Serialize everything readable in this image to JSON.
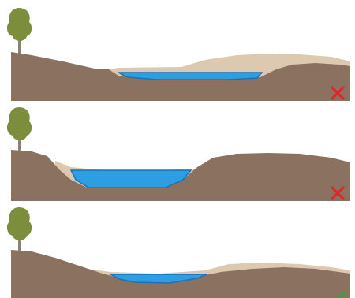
{
  "colors": {
    "ground": "#8b7160",
    "sediment": "#ddc9b0",
    "water": "#2d9ee2",
    "water_edge": "#1c72b8",
    "tree_crown": "#7c8d3c",
    "tree_trunk": "#8d8172",
    "cross_mark": "#e0262b",
    "check_mark": "#3aa23a",
    "background": "#ffffff"
  },
  "panels": [
    {
      "id": "shallow-wide-pond",
      "verdict": "incorrect",
      "verdict_icon": "cross-icon"
    },
    {
      "id": "steep-sided-pond",
      "verdict": "incorrect",
      "verdict_icon": "cross-icon"
    },
    {
      "id": "gently-sloped-pond",
      "verdict": "correct",
      "verdict_icon": "check-icon"
    }
  ]
}
